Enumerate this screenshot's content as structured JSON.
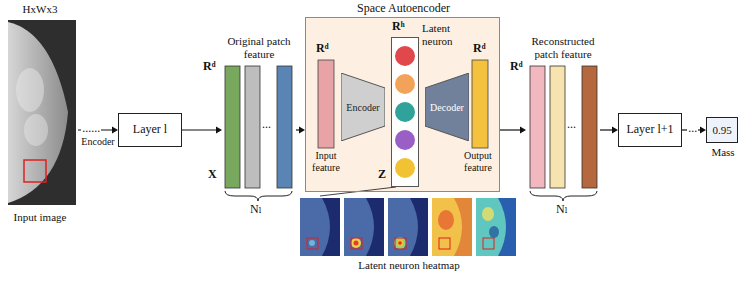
{
  "diagram": {
    "nodes": [
      {
        "text": [
          "HxWx3",
          "Input image"
        ]
      },
      {
        "text": [
          "Layer l"
        ]
      },
      {
        "text": [
          "Original patch feature"
        ]
      },
      {
        "text": [
          "Space Autoencoder"
        ]
      },
      {
        "text": [
          "Encoder"
        ],
        "in": 3
      },
      {
        "text": [
          "Latent neuron"
        ],
        "in": 3
      },
      {
        "text": [
          "Decoder"
        ],
        "in": 3
      },
      {
        "text": [
          "Reconstructed patch feature"
        ]
      },
      {
        "text": [
          "Layer l+1"
        ]
      },
      {
        "text": [
          "0.95",
          "Mass"
        ]
      },
      {
        "text": [
          "Latent neuron heatmap"
        ]
      }
    ],
    "edges": [
      {
        "from": 0,
        "to": 1,
        "arrow": "to",
        "label": "......"
      },
      {
        "from": 1,
        "to": 2,
        "arrow": "to"
      },
      {
        "from": 2,
        "to": 3,
        "arrow": "to"
      },
      {
        "from": 3,
        "to": 7,
        "arrow": "to"
      },
      {
        "from": 7,
        "to": 8,
        "arrow": "to"
      },
      {
        "from": 8,
        "to": 9,
        "arrow": "to",
        "label": "..."
      },
      {
        "from": 5,
        "to": 10,
        "arrow": "none"
      }
    ],
    "labels": [
      "Encoder",
      "Rᵈ",
      "X",
      "...",
      "Nₗ",
      "Rᵈ",
      "Input feature",
      "Rʰ",
      "Z",
      "Rᵈ",
      "Output feature",
      "Rᵈ",
      "...",
      "Nₗ"
    ]
  }
}
